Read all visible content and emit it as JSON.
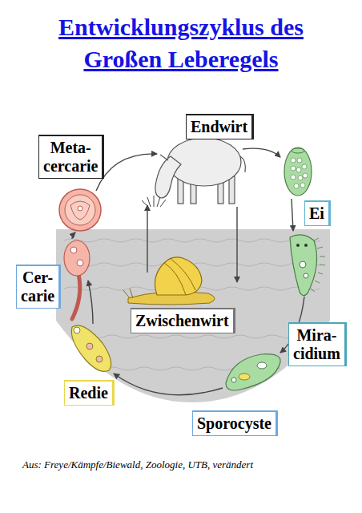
{
  "diagram": {
    "title": "Entwicklungszyklus des Großen Leberegels",
    "caption": "Aus: Freye/Kämpfe/Biewald, Zoologie, UTB, verändert",
    "nodes": [
      {
        "text": [
          "Endwirt"
        ]
      },
      {
        "text": [
          "Meta- cercarie"
        ]
      },
      {
        "text": [
          "Ei"
        ]
      },
      {
        "text": [
          "Cer- carie"
        ]
      },
      {
        "text": [
          "Zwischenwirt"
        ]
      },
      {
        "text": [
          "Mira- cidium"
        ]
      },
      {
        "text": [
          "Redie"
        ]
      },
      {
        "text": [
          "Sporocyste"
        ]
      }
    ]
  }
}
